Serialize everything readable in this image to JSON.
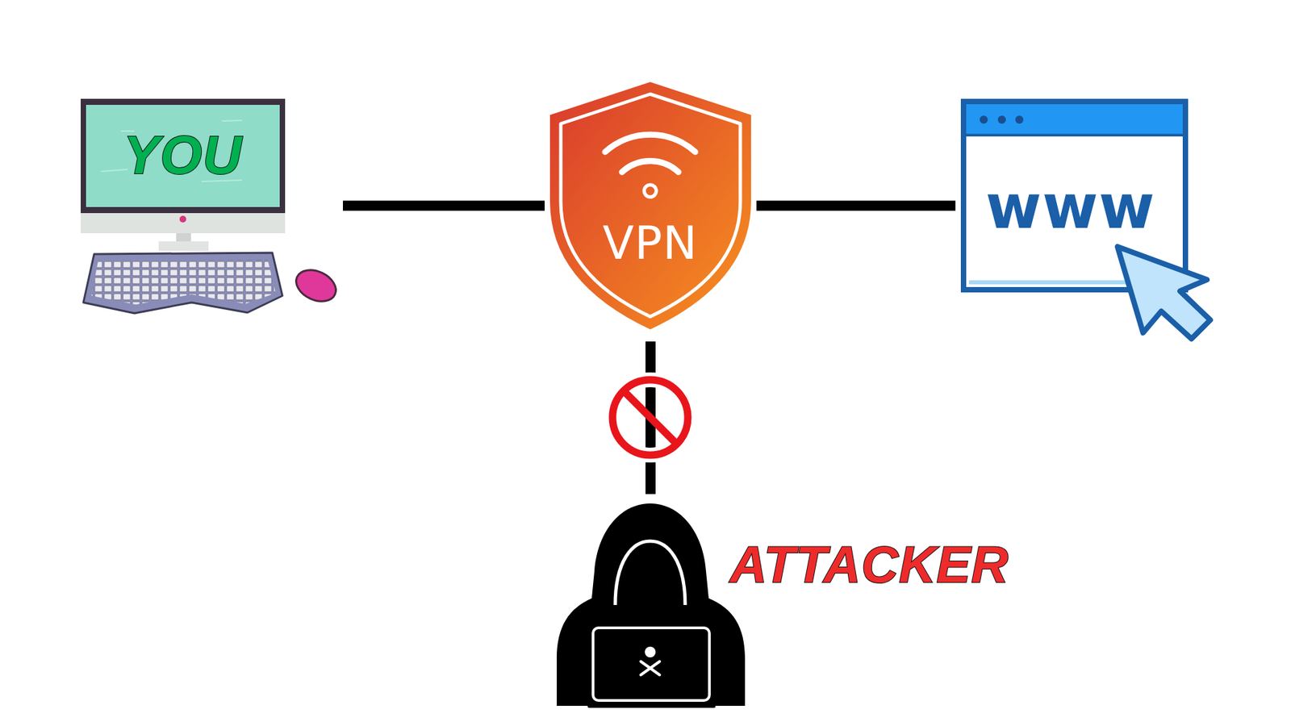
{
  "diagram": {
    "nodes": [
      {
        "text": [
          "YOU"
        ]
      },
      {
        "text": [
          "VPN"
        ]
      },
      {
        "text": [
          "www"
        ]
      },
      {
        "text": [
          "ATTACKER"
        ]
      }
    ],
    "edges": [
      {
        "from": 0,
        "to": 1,
        "arrow": "none"
      },
      {
        "from": 1,
        "to": 2,
        "arrow": "none"
      },
      {
        "from": 1,
        "to": 3,
        "arrow": "none"
      }
    ]
  }
}
